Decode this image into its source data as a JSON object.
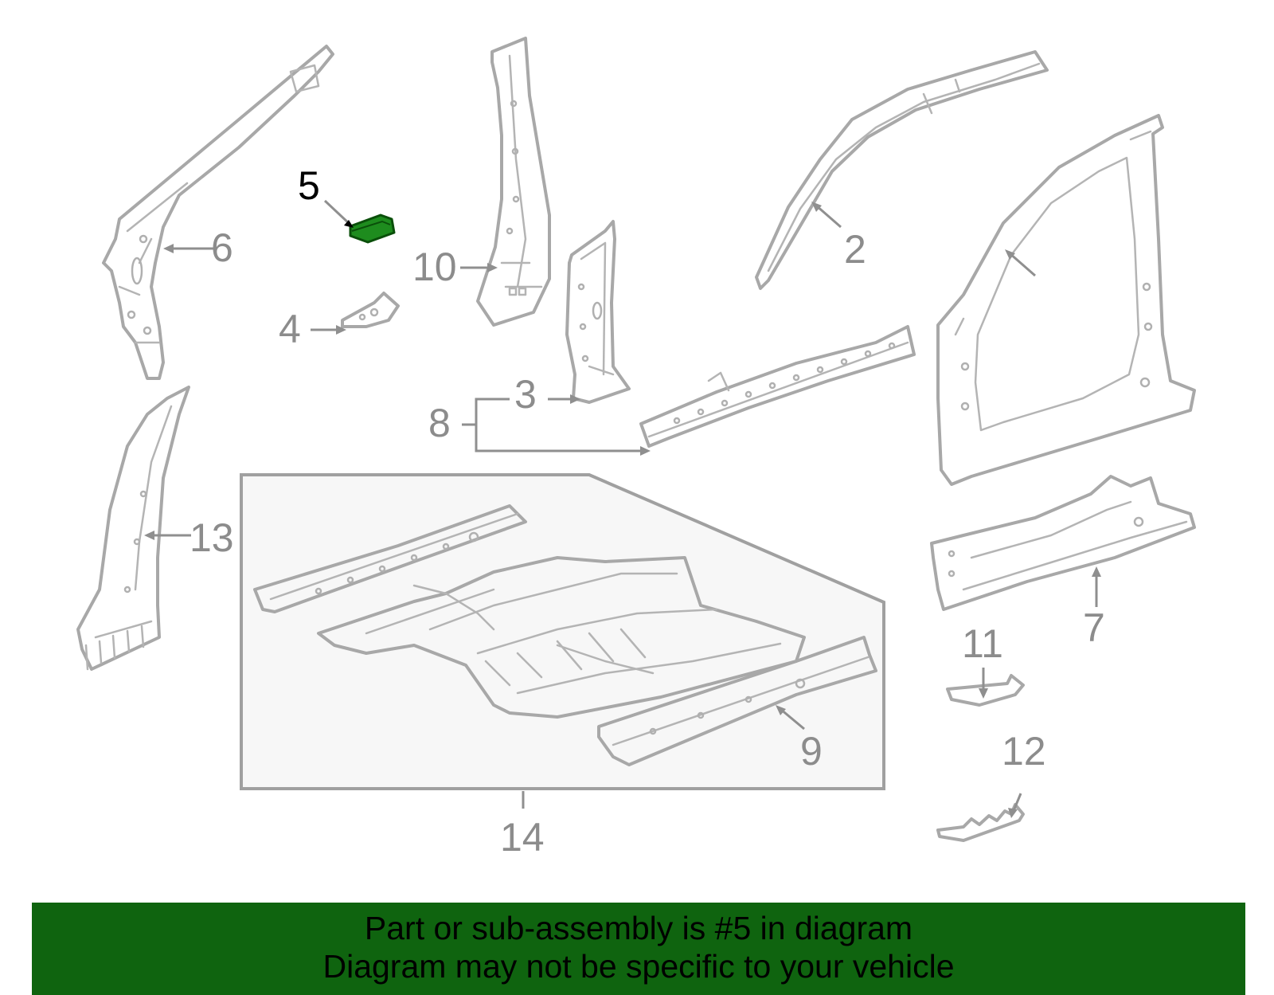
{
  "diagram": {
    "callouts": [
      "5",
      "6",
      "10",
      "2",
      "4",
      "3",
      "8",
      "13",
      "7",
      "11",
      "9",
      "12",
      "14"
    ],
    "highlighted_part": "5",
    "colors": {
      "part_outline": "#a8a8a8",
      "callout_text": "#8c8c8c",
      "highlight_fill": "#1e8c1e",
      "highlight_callout": "#000000",
      "subassembly_box_fill": "#f7f7f7",
      "banner_background": "#0f640f"
    }
  },
  "banner": {
    "line1": "Part or sub-assembly is #5 in diagram",
    "line2": "Diagram may not be specific to your vehicle"
  }
}
